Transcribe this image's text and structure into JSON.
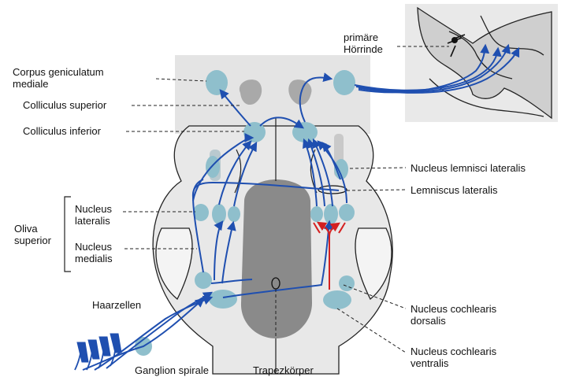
{
  "labels": {
    "corpus_geniculatum": "Corpus geniculatum\nmediale",
    "colliculus_superior": "Colliculus superior",
    "colliculus_inferior": "Colliculus inferior",
    "primaere_hoerrinde": "primäre\nHörrinde",
    "nucleus_lemnisci_lateralis": "Nucleus lemnisci lateralis",
    "lemniscus_lateralis": "Lemniscus lateralis",
    "oliva_superior": "Oliva\nsuperior",
    "nucleus_lateralis": "Nucleus\nlateralis",
    "nucleus_medialis": "Nucleus\nmedialis",
    "haarzellen": "Haarzellen",
    "ganglion_spirale": "Ganglion spirale",
    "trapezkoerper": "Trapezkörper",
    "nucleus_cochlearis_dorsalis": "Nucleus cochlearis\ndorsalis",
    "nucleus_cochlearis_ventralis": "Nucleus cochlearis\nventralis"
  },
  "colors": {
    "pathway": "#1f4fb0",
    "inhibitory": "#d42020",
    "nucleus": "#8fbfcc",
    "tissue": "#d9d9d9",
    "dark_tissue": "#8a8a8a",
    "outline": "#222222"
  }
}
